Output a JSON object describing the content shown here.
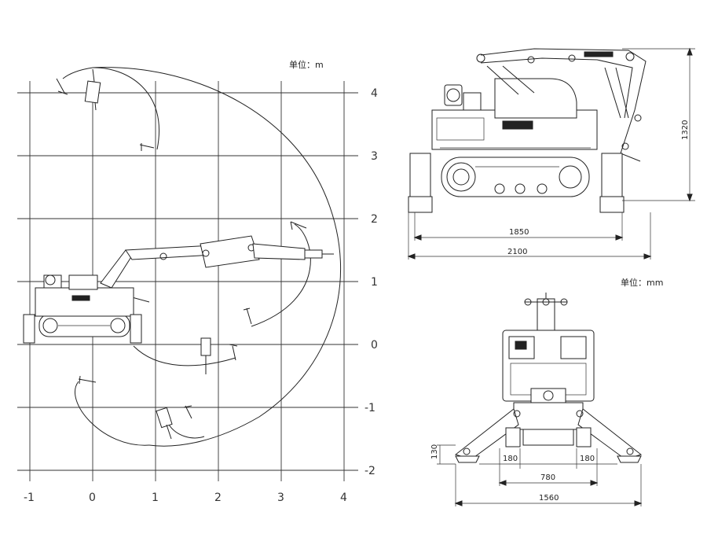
{
  "reach_diagram": {
    "unit_label": "单位：m",
    "x_ticks": [
      "-1",
      "0",
      "1",
      "2",
      "3",
      "4"
    ],
    "y_ticks": [
      "4",
      "3",
      "2",
      "1",
      "0",
      "-1",
      "-2"
    ]
  },
  "side_view": {
    "unit_label": "单位：mm",
    "height_dim": "1320",
    "track_width_dim": "1850",
    "overall_width_dim": "2100"
  },
  "front_view": {
    "outrigger_height_dim": "130",
    "pad_left_dim": "180",
    "pad_right_dim": "180",
    "inner_span_dim": "780",
    "outer_span_dim": "1560"
  }
}
